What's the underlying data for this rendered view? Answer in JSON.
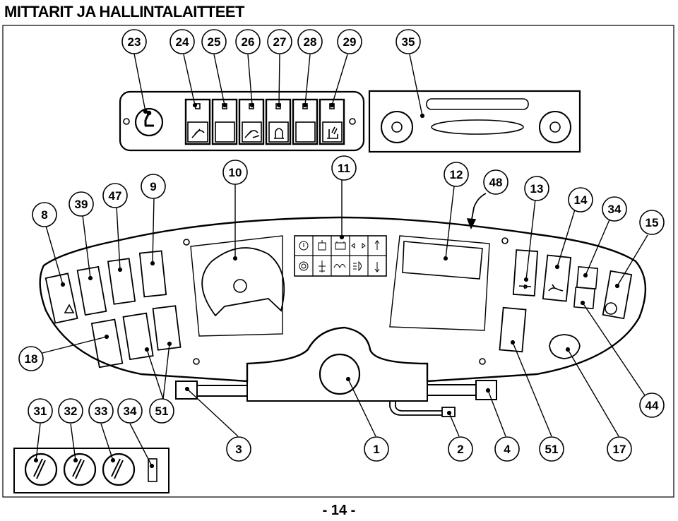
{
  "title": "MITTARIT JA HALLINTALAITTEET",
  "page_number": "- 14 -",
  "callouts": {
    "c23": "23",
    "c24": "24",
    "c25": "25",
    "c26": "26",
    "c27": "27",
    "c28": "28",
    "c29": "29",
    "c35": "35",
    "c8": "8",
    "c39": "39",
    "c47": "47",
    "c9": "9",
    "c10": "10",
    "c11": "11",
    "c12": "12",
    "c48": "48",
    "c13": "13",
    "c14": "14",
    "c34a": "34",
    "c15": "15",
    "c18": "18",
    "c31": "31",
    "c32": "32",
    "c33": "33",
    "c34b": "34",
    "c51a": "51",
    "c3": "3",
    "c1": "1",
    "c2": "2",
    "c4": "4",
    "c51b": "51",
    "c17": "17",
    "c44": "44"
  },
  "icons": [
    "seat-icon",
    "wiper-icon",
    "washer-icon",
    "beacon-icon",
    "seat-heater-icon",
    "hazard-icon",
    "parking-brake-icon",
    "trailer-icon",
    "rabbit-icon",
    "warning-light-icon",
    "battery-icon",
    "indicator-icon",
    "arrow-up-icon",
    "arrow-down-icon",
    "glow-plug-icon",
    "headlight-icon",
    "cab-lock-icon"
  ]
}
